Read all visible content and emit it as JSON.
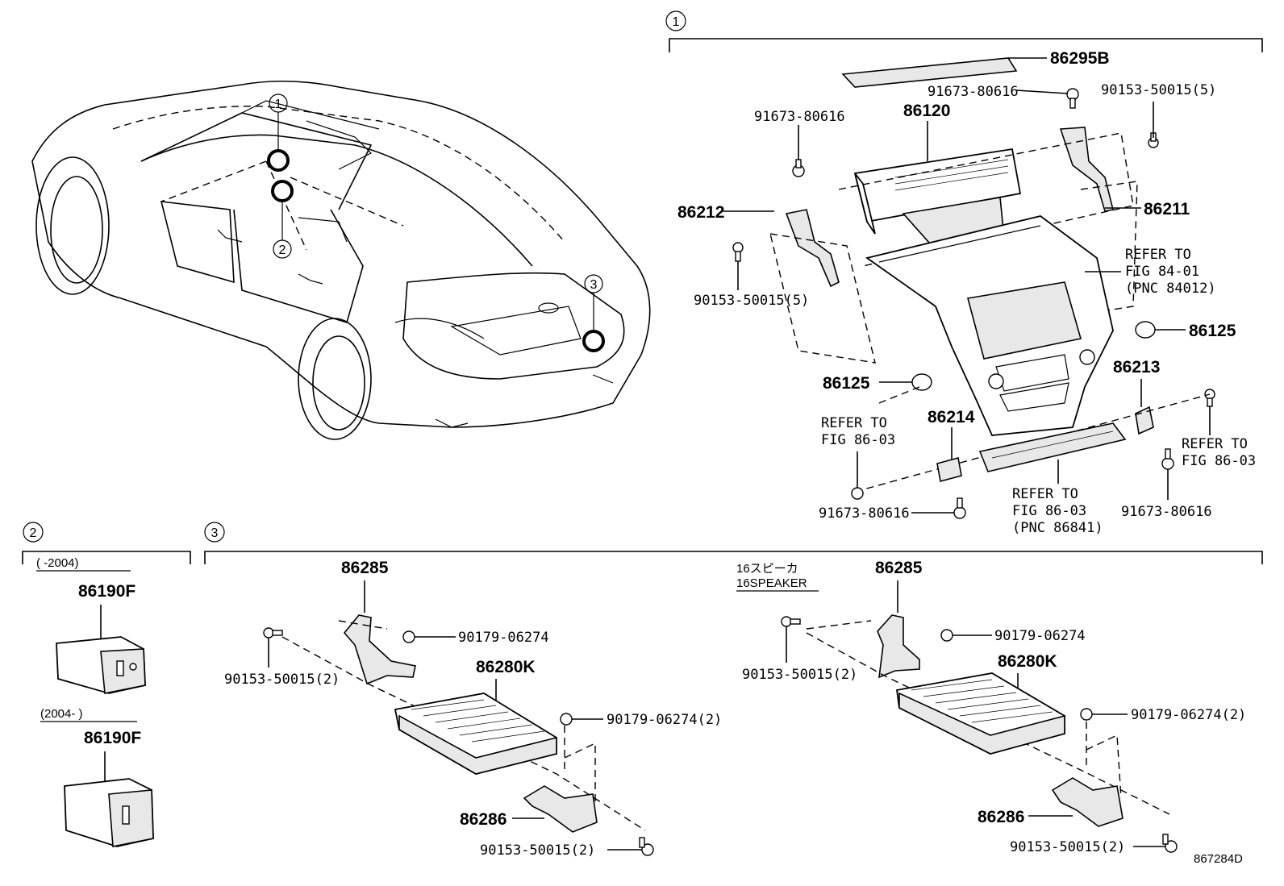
{
  "figure_id": "867284D",
  "section_markers": {
    "s1": "1",
    "s2": "2",
    "s3": "3"
  },
  "car_callouts": {
    "c1": "1",
    "c2": "2",
    "c3": "3"
  },
  "section1": {
    "p86295B": "86295B",
    "p91673_top": "91673-80616",
    "p90153_top": "90153-50015(5)",
    "p91673_left": "91673-80616",
    "p86120": "86120",
    "p86212": "86212",
    "p86211": "86211",
    "p90153_left": "90153-50015(5)",
    "refer_8401_a": "REFER TO",
    "refer_8401_b": "FIG 84-01",
    "refer_8401_c": "(PNC 84012)",
    "p86125_right": "86125",
    "p86125_left": "86125",
    "p86213": "86213",
    "refer_8603_left_a": "REFER TO",
    "refer_8603_left_b": "FIG 86-03",
    "p86214": "86214",
    "refer_8603_right_a": "REFER TO",
    "refer_8603_right_b": "FIG 86-03",
    "p91673_bl": "91673-80616",
    "refer_8603_mid_a": "REFER TO",
    "refer_8603_mid_b": "FIG 86-03",
    "refer_8603_mid_c": "(PNC 86841)",
    "p91673_br": "91673-80616"
  },
  "section2": {
    "range_a": "(       -2004)",
    "p86190F_a": "86190F",
    "range_b": "(2004-        )",
    "p86190F_b": "86190F"
  },
  "section3": {
    "left": {
      "p86285": "86285",
      "p90179": "90179-06274",
      "p90153_a": "90153-50015(2)",
      "p86280K": "86280K",
      "p90179_2": "90179-06274(2)",
      "p86286": "86286",
      "p90153_b": "90153-50015(2)"
    },
    "right": {
      "note_jp": "16スピーカ",
      "note_en": "16SPEAKER",
      "p86285": "86285",
      "p90179": "90179-06274",
      "p90153_a": "90153-50015(2)",
      "p86280K": "86280K",
      "p90179_2": "90179-06274(2)",
      "p86286": "86286",
      "p90153_b": "90153-50015(2)"
    }
  }
}
